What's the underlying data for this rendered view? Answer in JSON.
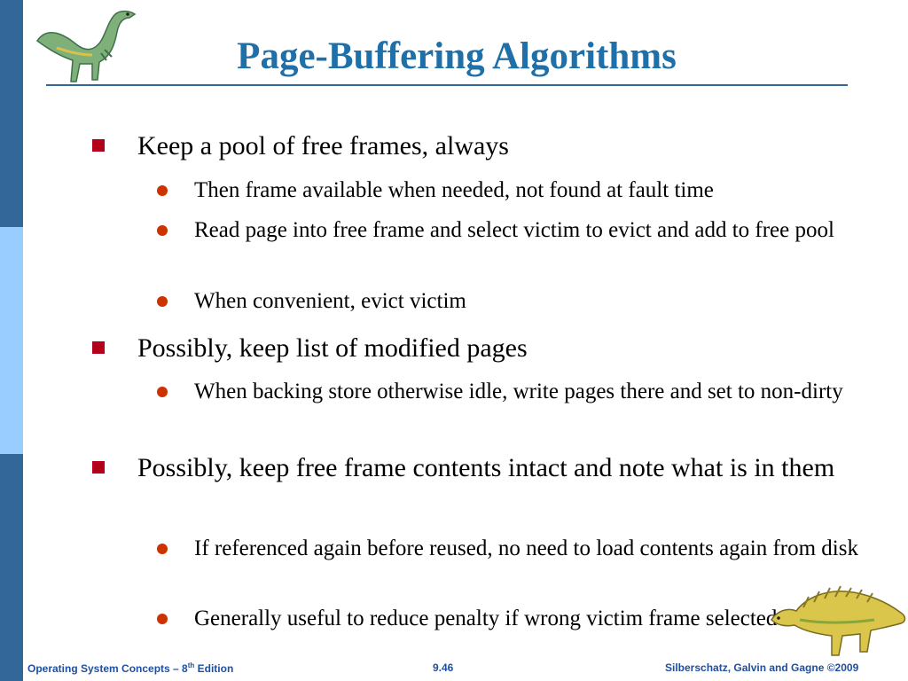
{
  "slide": {
    "title": "Page-Buffering Algorithms",
    "bullets": [
      {
        "text": "Keep a pool of free frames, always",
        "sub": [
          "Then frame available when needed, not found at fault time",
          "Read page into free frame and select victim to evict and add to free pool",
          "When convenient, evict victim"
        ]
      },
      {
        "text": "Possibly, keep list of modified pages",
        "sub": [
          "When backing store otherwise idle, write pages there and set to non-dirty"
        ]
      },
      {
        "text": "Possibly, keep free frame contents intact and note what is in them",
        "sub": [
          "If referenced again before reused, no need to load contents again from disk",
          "Generally useful to reduce penalty if wrong victim frame selected"
        ]
      }
    ]
  },
  "footer": {
    "left_prefix": "Operating System Concepts – 8",
    "left_sup": "th",
    "left_suffix": " Edition",
    "page_number": "9.46",
    "right": "Silberschatz, Galvin and Gagne ©2009"
  },
  "colors": {
    "title": "#1f6fa8",
    "bar_dark": "#336699",
    "bar_light": "#99ccff",
    "square_bullet": "#b3001b",
    "round_bullet": "#cc3300"
  }
}
